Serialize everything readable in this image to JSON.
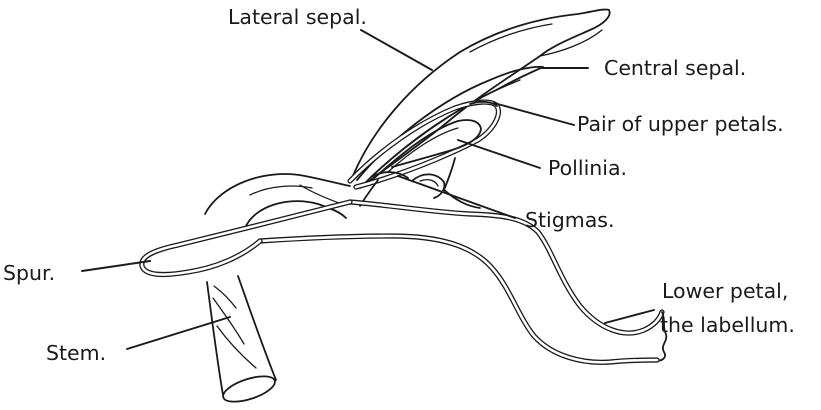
{
  "labels": {
    "lateral_sepal": "Lateral sepal.",
    "central_sepal": "Central sepal.",
    "upper_petals": "Pair of upper petals.",
    "pollinia": "Pollinia.",
    "stigmas": "Stigmas.",
    "spur": "Spur.",
    "lower_petal_line1": "Lower petal,",
    "lower_petal_line2": "the labellum.",
    "stem": "Stem."
  },
  "colors": {
    "ink": "#1a1a1a",
    "background": "#ffffff"
  }
}
